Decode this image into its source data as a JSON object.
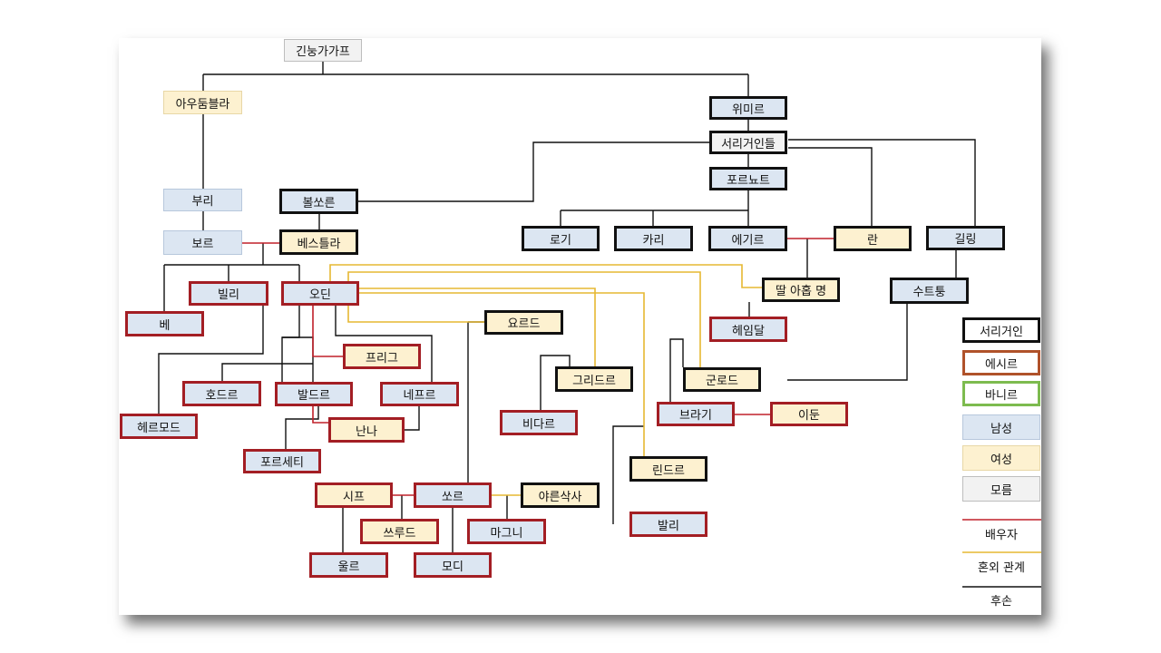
{
  "colors": {
    "male_fill": "#dce6f2",
    "female_fill": "#fdf1d0",
    "unknown_fill": "#f2f2f2",
    "dwarf_border": "#111111",
    "aesir_border": "#b0522a",
    "vanir_border": "#7dbb4f",
    "human_border": "#a31e24",
    "spouse_line": "#c0202a",
    "affair_line": "#e6b832",
    "descent_line": "#111111"
  },
  "nodes": {
    "ginnungagap": "긴눙가가프",
    "audhumla": "아우둠블라",
    "buri": "부리",
    "bor": "보르",
    "bolthorn": "볼쏘른",
    "bestla": "베스틀라",
    "ymir": "위미르",
    "frost_giants": "서리거인들",
    "fornjot": "포르뇨트",
    "logi": "로기",
    "kari": "카리",
    "aegir": "에기르",
    "ran": "란",
    "gilling": "길링",
    "vili": "빌리",
    "odin": "오딘",
    "ve": "베",
    "daughter": "딸 아홉 명",
    "suttung": "수트퉁",
    "heimdall": "헤임달",
    "jord": "요르드",
    "frigg": "프리그",
    "gridr": "그리드르",
    "gunnlod": "군로드",
    "hodr": "호드르",
    "baldr": "발드르",
    "nepr": "네프르",
    "hermod": "헤르모드",
    "vidar": "비다르",
    "bragi": "브라기",
    "idun": "이둔",
    "nanna": "난나",
    "forseti": "포르세티",
    "rindr": "린드르",
    "sif": "시프",
    "thor": "쏘르",
    "jarnsaxa": "야른삭사",
    "thrudr": "쓰루드",
    "magni": "마그니",
    "vali": "발리",
    "ullr": "울르",
    "modi": "모디"
  },
  "legend": {
    "frost_giant": "서리거인",
    "aesir": "에시르",
    "vanir": "바니르",
    "male": "남성",
    "female": "여성",
    "unknown": "모름",
    "spouse": "배우자",
    "affair": "혼외 관계",
    "descendant": "후손"
  }
}
